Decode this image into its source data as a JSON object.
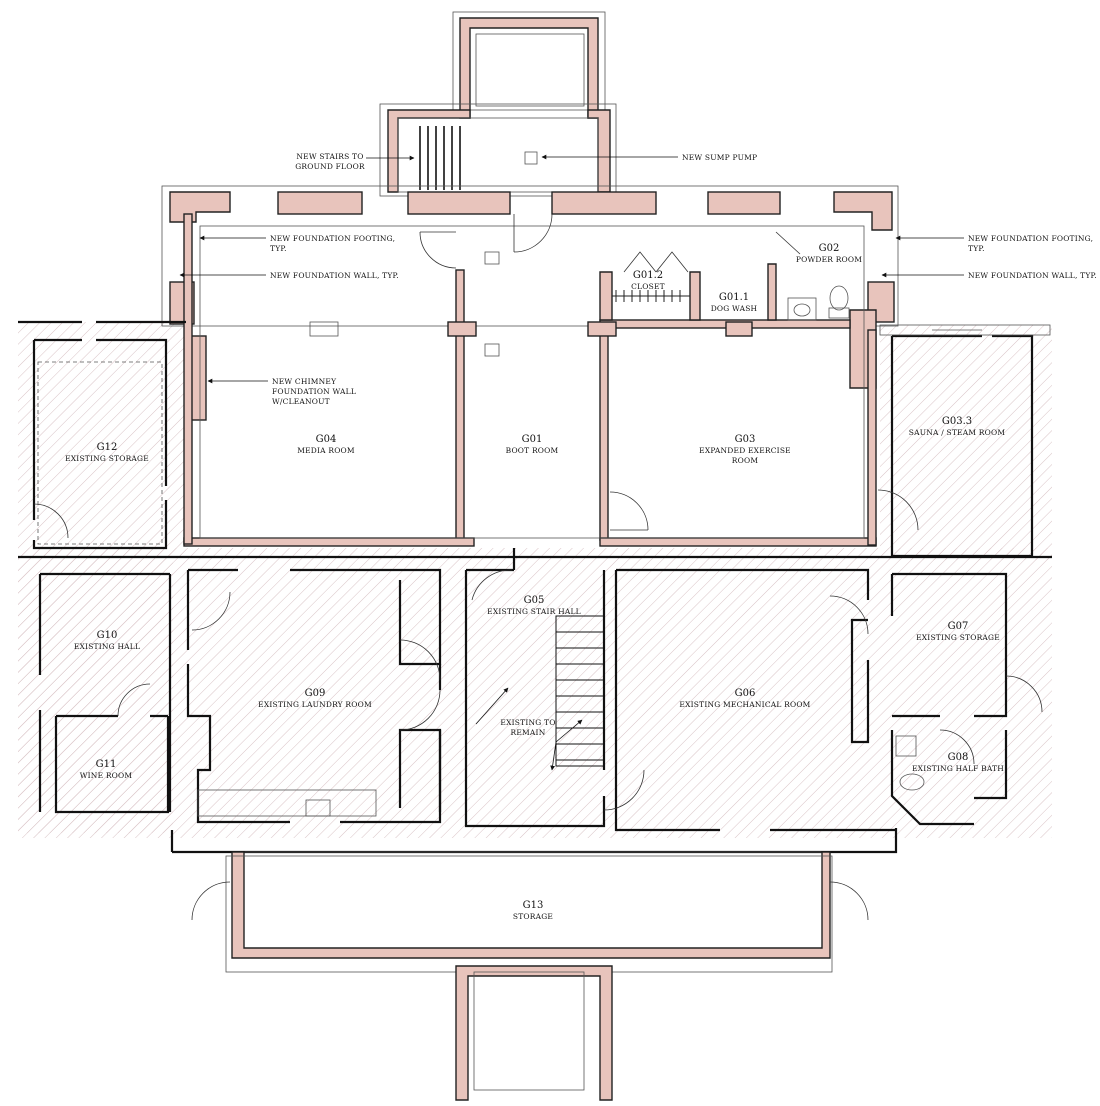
{
  "colors": {
    "new_wall_fill": "#e8c4bc",
    "line": "#111111",
    "hatch": "#d9c3c6"
  },
  "rooms": {
    "g04": {
      "num": "G04",
      "name": "MEDIA ROOM"
    },
    "g01": {
      "num": "G01",
      "name": "BOOT ROOM"
    },
    "g03": {
      "num": "G03",
      "name1": "EXPANDED EXERCISE",
      "name2": "ROOM"
    },
    "g033": {
      "num": "G03.3",
      "name": "SAUNA / STEAM ROOM"
    },
    "g012": {
      "num": "G01.2",
      "name": "CLOSET"
    },
    "g011": {
      "num": "G01.1",
      "name": "DOG WASH"
    },
    "g02": {
      "num": "G02",
      "name": "POWDER ROOM"
    },
    "g12": {
      "num": "G12",
      "name": "EXISTING STORAGE"
    },
    "g10": {
      "num": "G10",
      "name": "EXISTING HALL"
    },
    "g11": {
      "num": "G11",
      "name": "WINE ROOM"
    },
    "g09": {
      "num": "G09",
      "name": "EXISTING LAUNDRY ROOM"
    },
    "g05": {
      "num": "G05",
      "name": "EXISTING STAIR HALL"
    },
    "g06": {
      "num": "G06",
      "name": "EXISTING MECHANICAL ROOM"
    },
    "g07": {
      "num": "G07",
      "name": "EXISTING STORAGE"
    },
    "g08": {
      "num": "G08",
      "name": "EXISTING HALF BATH"
    },
    "g13": {
      "num": "G13",
      "name": "STORAGE"
    }
  },
  "notes": {
    "stairs_l1": "NEW STAIRS TO",
    "stairs_l2": "GROUND FLOOR",
    "sump": "NEW SUMP PUMP",
    "footing_left_l1": "NEW FOUNDATION FOOTING,",
    "footing_left_l2": "TYP.",
    "wall_left": "NEW FOUNDATION WALL, TYP.",
    "footing_right_l1": "NEW FOUNDATION FOOTING,",
    "footing_right_l2": "TYP.",
    "wall_right": "NEW FOUNDATION WALL, TYP.",
    "chimney_l1": "NEW CHIMNEY",
    "chimney_l2": "FOUNDATION WALL",
    "chimney_l3": "W/CLEANOUT",
    "remain_l1": "EXISTING TO",
    "remain_l2": "REMAIN"
  }
}
